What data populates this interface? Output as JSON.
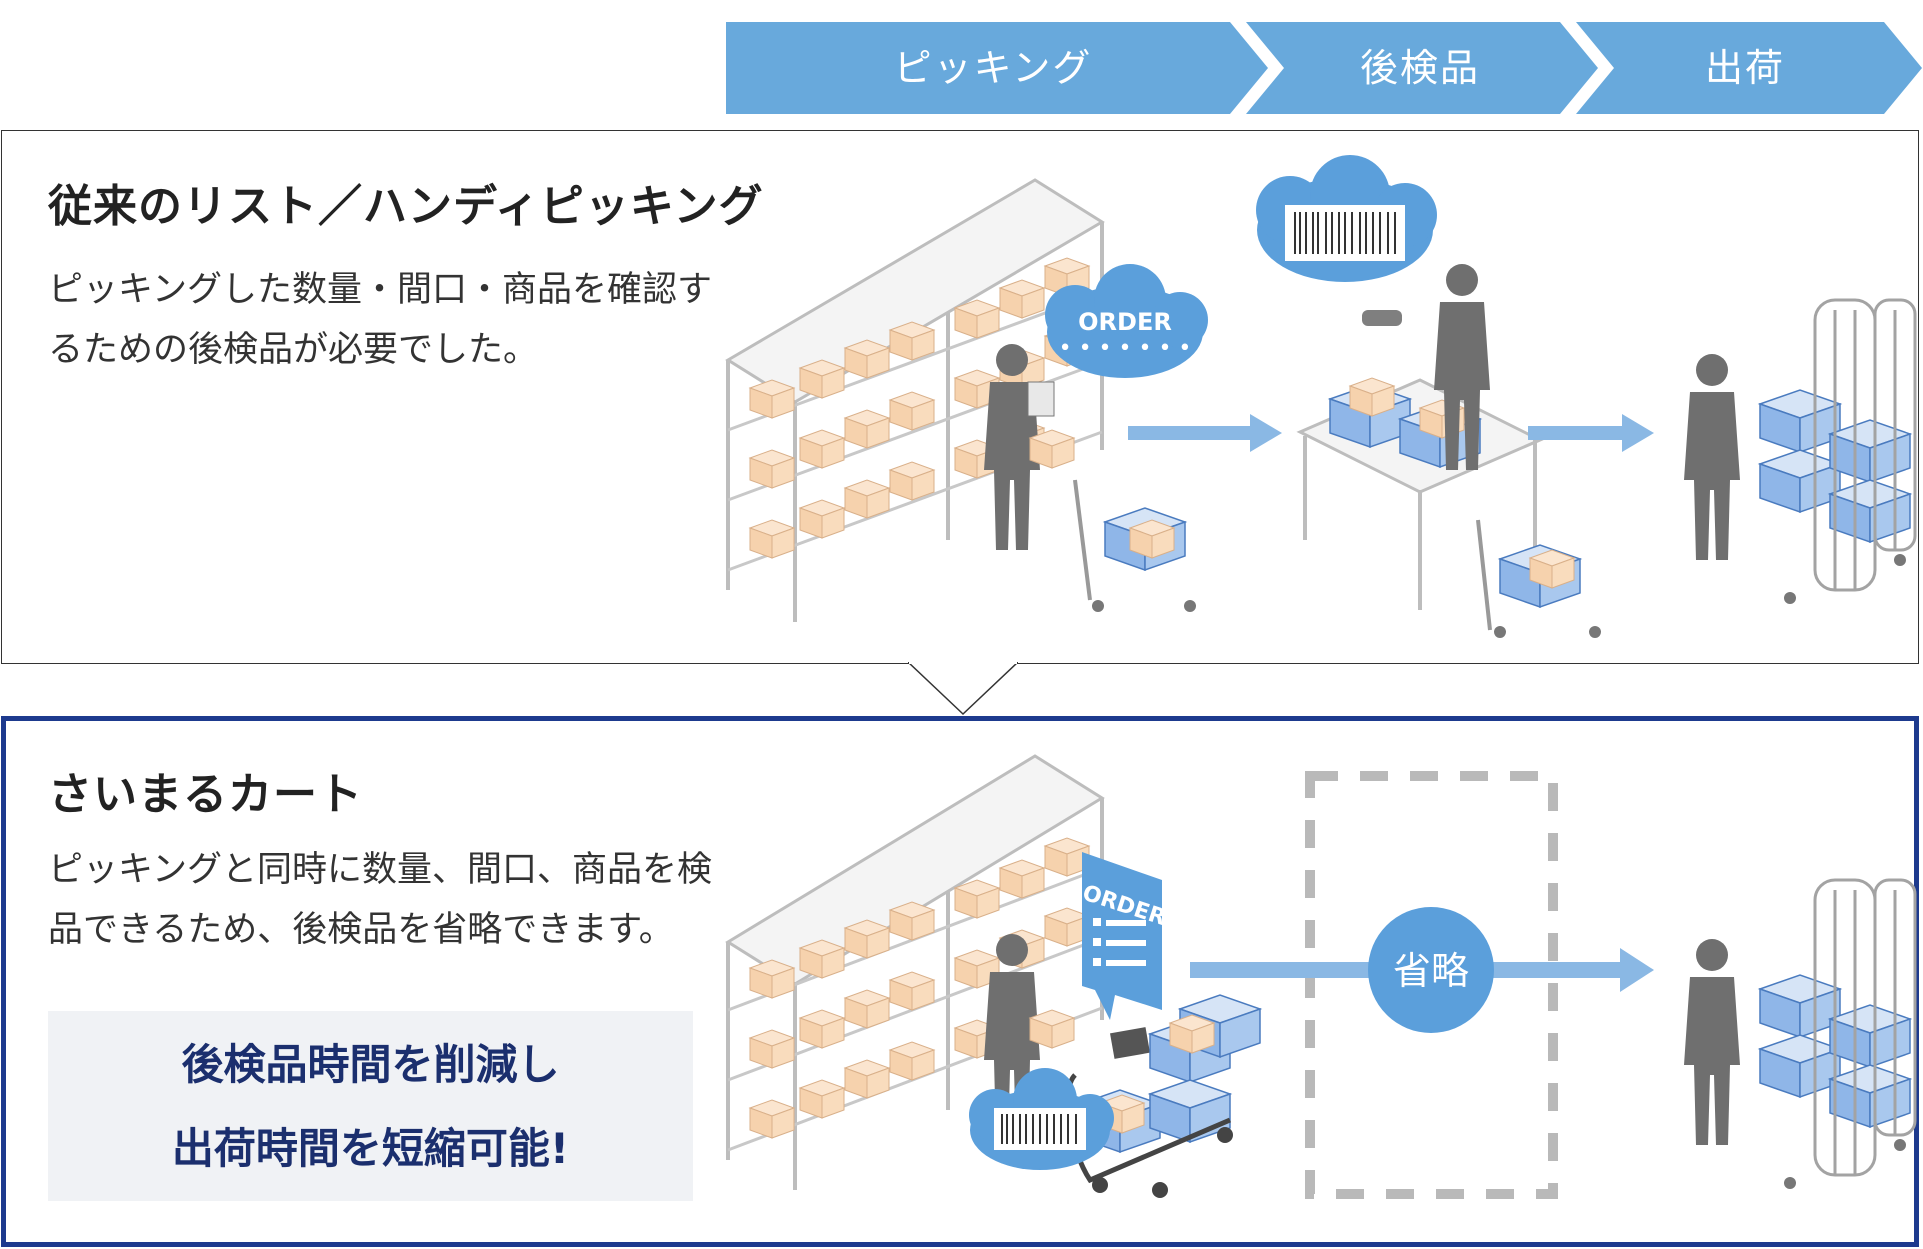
{
  "process": {
    "steps": [
      {
        "label": "ピッキング"
      },
      {
        "label": "後検品"
      },
      {
        "label": "出荷"
      }
    ]
  },
  "conventional": {
    "title": "従来のリスト／ハンディピッキング",
    "description_line1": "ピッキングした数量・間口・商品を確認す",
    "description_line2": "るための後検品が必要でした。",
    "order_bubble": "ORDER"
  },
  "saimaru": {
    "title": "さいまるカート",
    "description_line1": "ピッキングと同時に数量、間口、商品を検",
    "description_line2": "品できるため、後検品を省略できます。",
    "callout_line1": "後検品時間を削減し",
    "callout_line2": "出荷時間を短縮可能!",
    "order_screen": "ORDER",
    "skip_label": "省略"
  },
  "colors": {
    "process_arrow": "#68a9dc",
    "flow_arrow": "#8ab8e4",
    "skip_circle": "#5b9fdb",
    "highlight_border": "#1d3a8e",
    "callout_text": "#1b2f6e",
    "box_fill": "#f8d8b8",
    "bin_fill": "#a9c8ee",
    "person_fill": "#6f6f6f"
  }
}
